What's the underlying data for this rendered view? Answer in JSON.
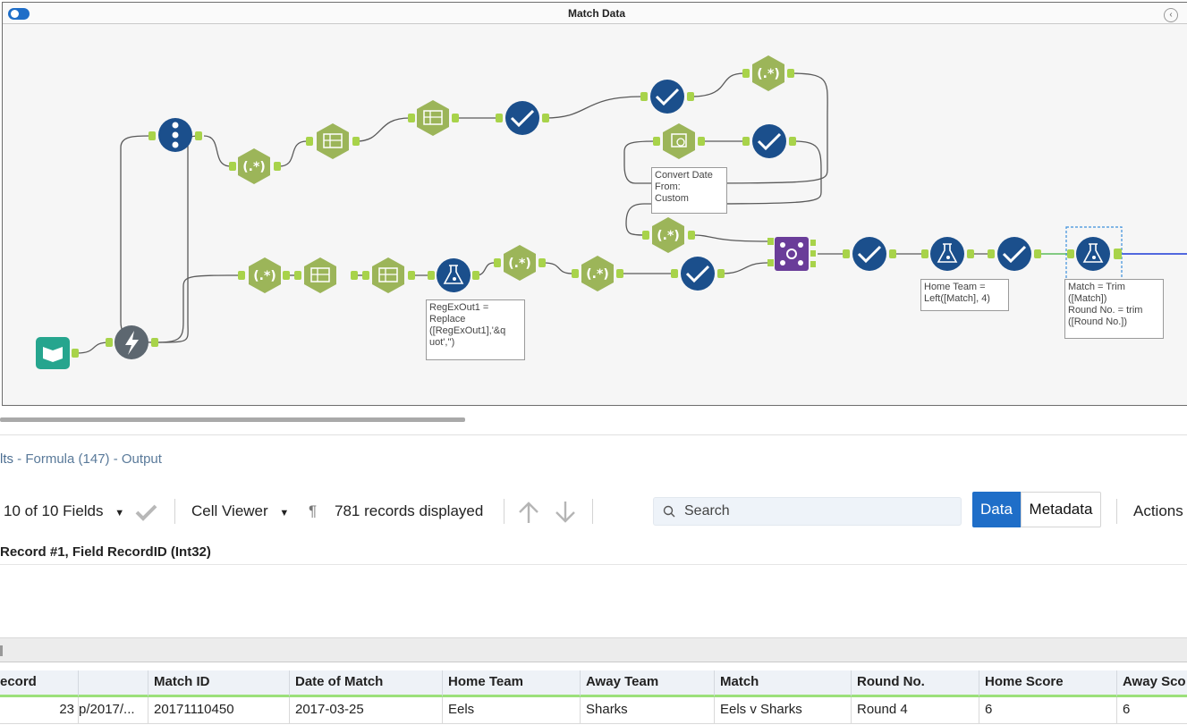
{
  "window": {
    "container_title": "Match Data"
  },
  "annotations": {
    "convert_date": "Convert Date\nFrom:\nCustom",
    "regex_replace": "RegExOut1 =\nReplace\n([RegExOut1],'&q\nuot','')",
    "home_team": "Home Team =\nLeft([Match], 4)",
    "match_trim": "Match = Trim\n([Match])\nRound No. = trim\n([Round No.])"
  },
  "results": {
    "title_partial": "lts",
    "separator": " - ",
    "tool": "Formula (147)",
    "output": "Output"
  },
  "toolbar": {
    "fields_label": "10 of 10 Fields",
    "cell_viewer_label": "Cell Viewer",
    "pilcrow": "¶",
    "records_displayed": "781 records displayed",
    "search_placeholder": "Search",
    "data_label": "Data",
    "metadata_label": "Metadata",
    "actions_label": "Actions"
  },
  "cell_caption": "Record #1, Field RecordID (Int32)",
  "table": {
    "columns": [
      "ecord",
      "",
      "Match ID",
      "Date of Match",
      "Home Team",
      "Away Team",
      "Match",
      "Round No.",
      "Home Score",
      "Away Sco"
    ],
    "rows": [
      [
        "23",
        "p/2017/...",
        "20171110450",
        "2017-03-25",
        "Eels",
        "Sharks",
        "Eels v Sharks",
        "Round 4",
        "6",
        "6"
      ]
    ]
  },
  "colors": {
    "accent_blue": "#1f6ec8",
    "tool_green": "#9cb559",
    "tool_navy": "#1b4f8c",
    "tool_purple": "#6a3d99",
    "tool_teal": "#26a58e",
    "tool_gray": "#5d6770",
    "anchor_green": "#a8d34a"
  }
}
